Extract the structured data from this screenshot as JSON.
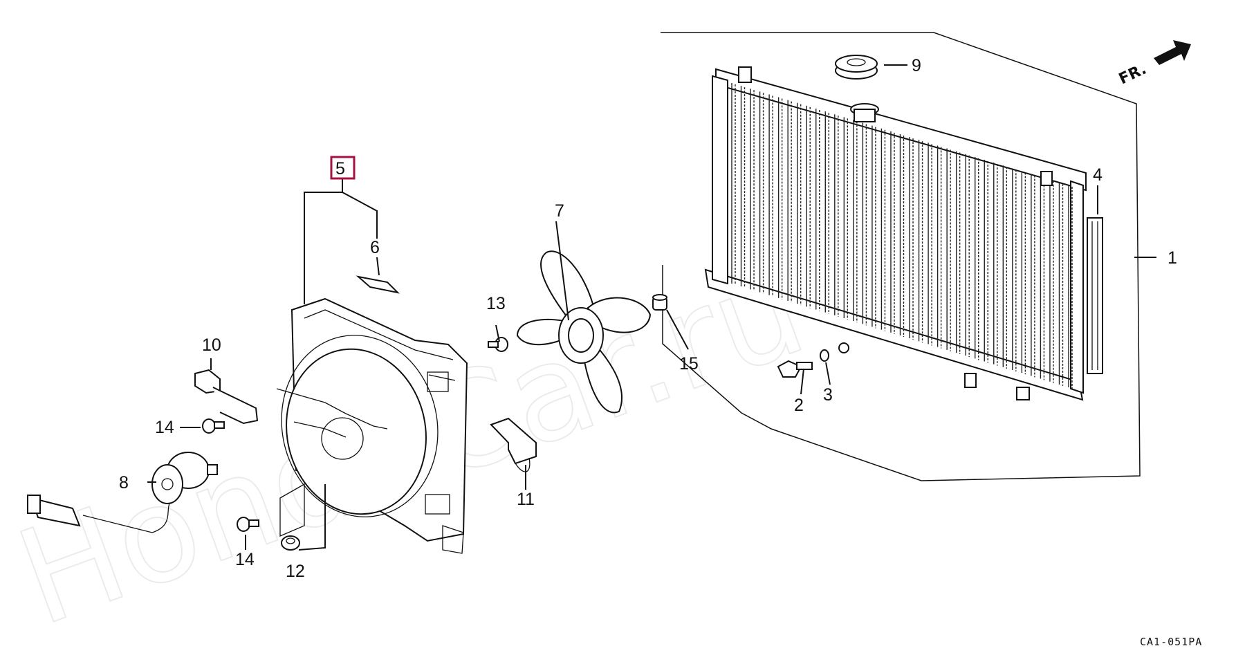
{
  "diagram": {
    "watermark": "HondaCar.ru",
    "diagram_code": "CA1-051PA",
    "direction_label": "FR.",
    "highlight_color": "#a4123f",
    "callouts": {
      "c1": "1",
      "c2": "2",
      "c3": "3",
      "c4": "4",
      "c5": "5",
      "c6": "6",
      "c7": "7",
      "c8": "8",
      "c9": "9",
      "c10": "10",
      "c11": "11",
      "c12": "12",
      "c13": "13",
      "c14a": "14",
      "c14b": "14",
      "c15": "15"
    }
  }
}
